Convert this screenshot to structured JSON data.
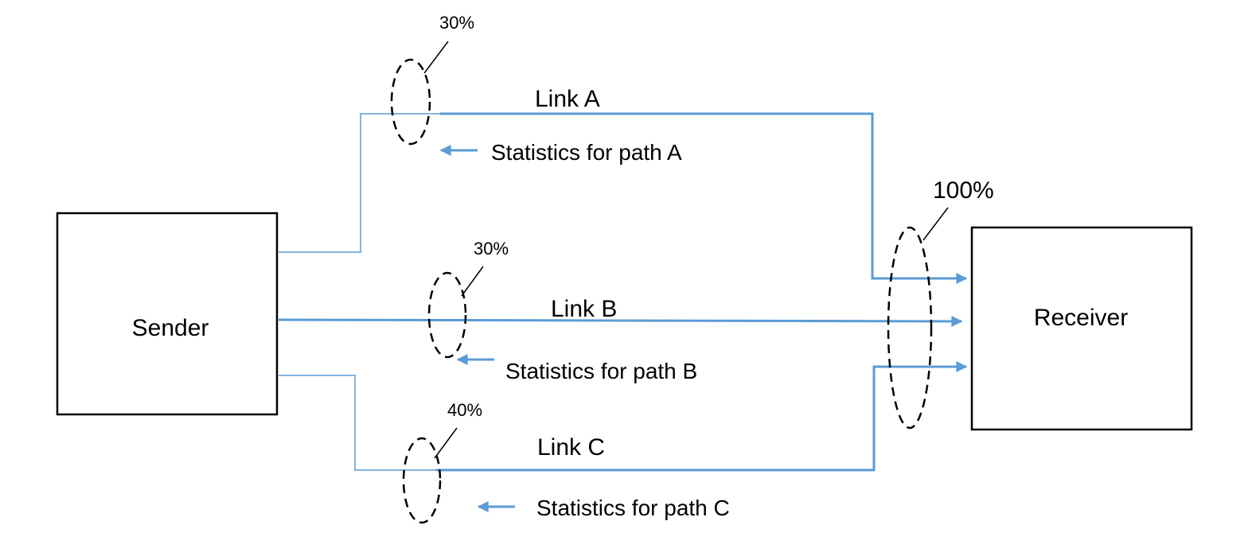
{
  "colors": {
    "link": "#5b9bd5",
    "box": "#000000",
    "dash": "#000000",
    "background": "#ffffff"
  },
  "nodes": {
    "sender": "Sender",
    "receiver": "Receiver"
  },
  "links": {
    "a": {
      "label": "Link A",
      "share": "30%",
      "stats": "Statistics for path A"
    },
    "b": {
      "label": "Link B",
      "share": "30%",
      "stats": "Statistics for path B"
    },
    "c": {
      "label": "Link C",
      "share": "40%",
      "stats": "Statistics for path C"
    }
  },
  "total_share": "100%"
}
